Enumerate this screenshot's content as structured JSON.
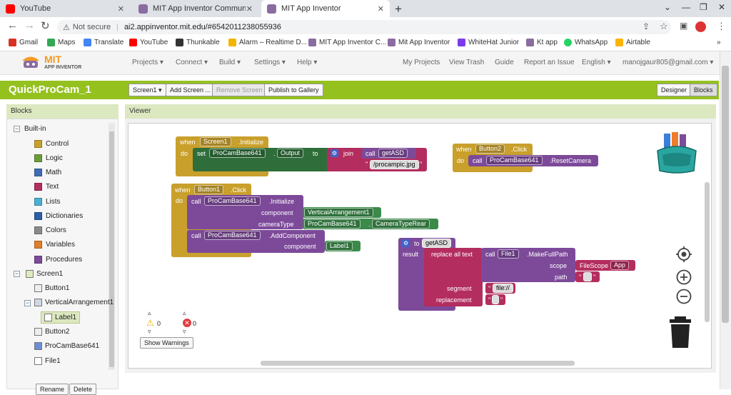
{
  "browser": {
    "tabs": [
      {
        "title": "YouTube",
        "color": "#ff0000"
      },
      {
        "title": "MIT App Inventor Community - T",
        "color": "#8b6ca0"
      },
      {
        "title": "MIT App Inventor",
        "color": "#8b6ca0"
      }
    ],
    "new_tab": "+",
    "window_controls": [
      "⌄",
      "—",
      "❐",
      "✕"
    ],
    "address": {
      "security": "Not secure",
      "url": "ai2.appinventor.mit.edu/#6542011238055936"
    },
    "bookmarks": [
      "Gmail",
      "Maps",
      "Translate",
      "YouTube",
      "Thunkable",
      "Alarm – Realtime D...",
      "MIT App Inventor C...",
      "Mit App Inventor",
      "WhiteHat Junior",
      "Kt app",
      "WhatsApp",
      "Airtable"
    ],
    "bookmark_more": "»"
  },
  "ai_header": {
    "logo_line1": "MIT",
    "logo_line2": "APP INVENTOR",
    "menus": [
      "Projects ▾",
      "Connect ▾",
      "Build ▾",
      "Settings ▾",
      "Help ▾"
    ],
    "right_links": [
      "My Projects",
      "View Trash",
      "Guide",
      "Report an Issue",
      "English ▾",
      "manojgaur805@gmail.com ▾"
    ]
  },
  "project_bar": {
    "name": "QuickProCam_1",
    "screen_select": "Screen1 ▾",
    "add_screen": "Add Screen ...",
    "remove_screen": "Remove Screen",
    "publish": "Publish to Gallery",
    "designer": "Designer",
    "blocks": "Blocks"
  },
  "blocks_panel": {
    "title": "Blocks",
    "builtin": "Built-in",
    "categories": [
      {
        "label": "Control",
        "color": "#c9a02c"
      },
      {
        "label": "Logic",
        "color": "#6b9d3c"
      },
      {
        "label": "Math",
        "color": "#3f6cb3"
      },
      {
        "label": "Text",
        "color": "#b32d5e"
      },
      {
        "label": "Lists",
        "color": "#4ab0d0"
      },
      {
        "label": "Dictionaries",
        "color": "#2d5fa8"
      },
      {
        "label": "Colors",
        "color": "#8a8a8a"
      },
      {
        "label": "Variables",
        "color": "#e07d2a"
      },
      {
        "label": "Procedures",
        "color": "#7d4a9a"
      }
    ],
    "components": [
      "Screen1",
      "Button1",
      "VerticalArrangement1",
      "Label1",
      "Button2",
      "ProCamBase641",
      "File1"
    ],
    "rename": "Rename",
    "delete": "Delete"
  },
  "viewer": {
    "title": "Viewer",
    "warnings": {
      "warn_count": "0",
      "error_count": "0",
      "button": "Show Warnings"
    }
  },
  "blocks": {
    "b1": {
      "when": "when",
      "comp": "Screen1",
      "event": ".Initialize",
      "do": "do",
      "set": "set",
      "setcomp": "ProCamBase641",
      "prop": "Output",
      "to": "to",
      "join": "join",
      "call": "call",
      "proc": "getASD",
      "str": "/procampic.jpg"
    },
    "b2": {
      "when": "when",
      "comp": "Button2",
      "event": ".Click",
      "do": "do",
      "call": "call",
      "callcomp": "ProCamBase641",
      "method": ".ResetCamera"
    },
    "b3": {
      "when": "when",
      "comp": "Button1",
      "event": ".Click",
      "do": "do",
      "call1": "call",
      "callcomp1": "ProCamBase641",
      "method1": ".Initialize",
      "component": "component",
      "comp_val": "VerticalArrangement1",
      "cameraType": "cameraType",
      "cam_comp": "ProCamBase641",
      "cam_val": "CameraTypeRear",
      "call2": "call",
      "callcomp2": "ProCamBase641",
      "method2": ".AddComponent",
      "component2": "component",
      "comp2_val": "Label1"
    },
    "b4": {
      "to": "to",
      "name": "getASD",
      "result": "result",
      "replace": "replace all text",
      "call": "call",
      "file": "File1",
      "method": ".MakeFullPath",
      "scope": "scope",
      "scope_val": "FileScope",
      "scope_opt": "App",
      "path": "path",
      "segment": "segment",
      "segment_val": "file://",
      "replacement": "replacement"
    }
  }
}
